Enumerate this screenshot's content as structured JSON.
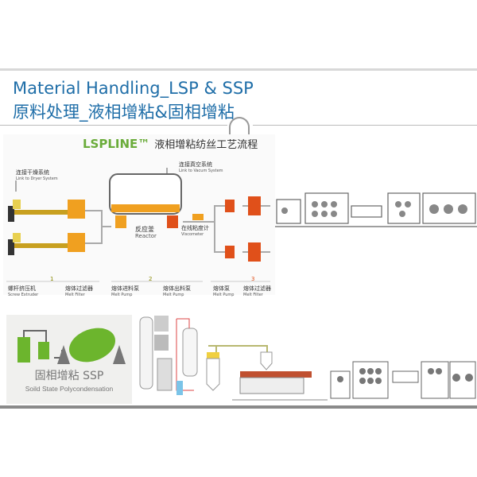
{
  "title": {
    "en": "Material Handling_LSP & SSP",
    "cn": "原料处理_液相增粘&固相增粘"
  },
  "lsp": {
    "brand": "LSPLINE™",
    "heading": "液相增粘纺丝工艺流程",
    "dryer": {
      "cn": "连接干燥系统",
      "en": "Link to Dryer System"
    },
    "vacuum": {
      "cn": "连接真空系统",
      "en": "Link to Vacum System"
    },
    "reactor": {
      "cn": "反应釜",
      "en": "Reactor"
    },
    "viscometer": {
      "cn": "在线粘度计",
      "en": "Viscometer"
    },
    "steps": [
      "1",
      "2",
      "3"
    ],
    "legend": [
      {
        "cn": "螺杆挤压机",
        "en": "Screw Extruder"
      },
      {
        "cn": "熔体过滤器",
        "en": "Melt Filter"
      },
      {
        "cn": "熔体进料泵",
        "en": "Melt Pump"
      },
      {
        "cn": "熔体出料泵",
        "en": "Melt Pump"
      },
      {
        "cn": "熔体泵",
        "en": "Melt Pump"
      },
      {
        "cn": "熔体过滤器",
        "en": "Melt Filter"
      }
    ]
  },
  "ssp": {
    "cn": "固相增粘 SSP",
    "en": "Soild State Polycondensation"
  },
  "colors": {
    "title": "#1f6ea8",
    "brand": "#6aac3a",
    "orange": "#f0a020",
    "red": "#e0501a",
    "green": "#6cb52d"
  }
}
